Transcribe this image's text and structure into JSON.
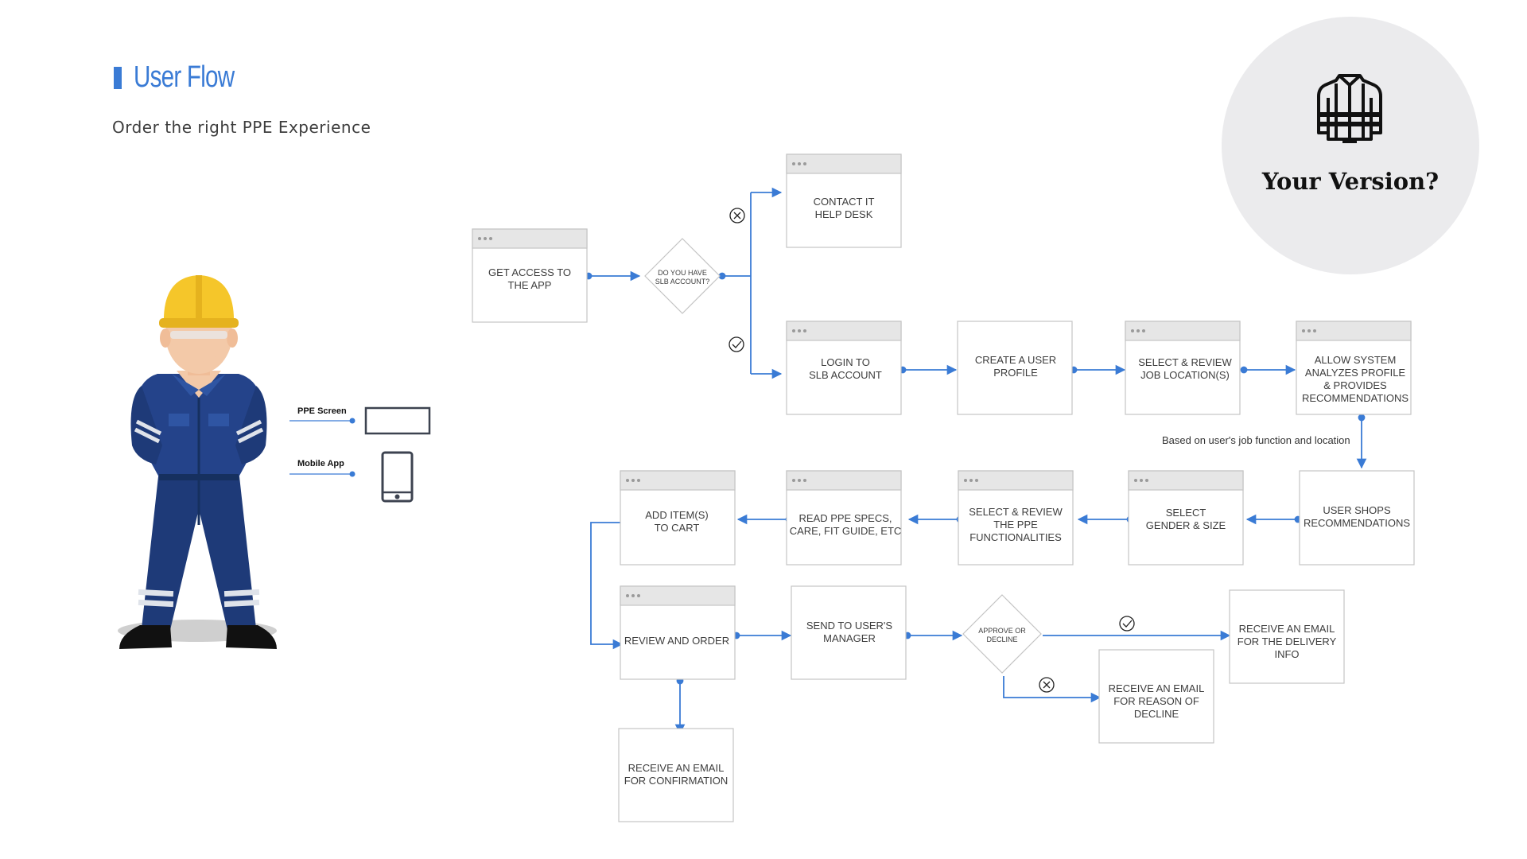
{
  "header": {
    "title": "User Flow",
    "subtitle": "Order the right PPE Experience"
  },
  "badge": {
    "text": "Your Version?",
    "icon": "jacket-icon"
  },
  "devices": {
    "ppe_screen_label": "PPE Screen",
    "mobile_app_label": "Mobile App"
  },
  "flow": {
    "get_access": [
      "GET ACCESS TO",
      "THE APP"
    ],
    "have_account": [
      "DO YOU HAVE",
      "SLB ACCOUNT?"
    ],
    "contact_it": [
      "CONTACT IT",
      "HELP DESK"
    ],
    "login": [
      "LOGIN TO",
      "SLB ACCOUNT"
    ],
    "create_profile": [
      "CREATE A USER",
      "PROFILE"
    ],
    "select_location": [
      "SELECT & REVIEW",
      "JOB LOCATION(S)"
    ],
    "allow_system": [
      "ALLOW SYSTEM",
      "ANALYZES PROFILE",
      "& PROVIDES",
      "RECOMMENDATIONS"
    ],
    "note": "Based on user's job function and location",
    "user_shops": [
      "USER SHOPS",
      "RECOMMENDATIONS"
    ],
    "select_gender": [
      "SELECT",
      "GENDER & SIZE"
    ],
    "select_functionalities": [
      "SELECT & REVIEW",
      "THE PPE",
      "FUNCTIONALITIES"
    ],
    "read_specs": [
      "READ PPE SPECS,",
      "CARE, FIT GUIDE, ETC"
    ],
    "add_items": [
      "ADD ITEM(S)",
      "TO CART"
    ],
    "review_order": [
      "REVIEW AND ORDER"
    ],
    "send_manager": [
      "SEND TO USER'S",
      "MANAGER"
    ],
    "approve_decline": [
      "APPROVE OR",
      "DECLINE"
    ],
    "email_delivery": [
      "RECEIVE AN EMAIL",
      "FOR THE DELIVERY",
      "INFO"
    ],
    "email_decline": [
      "RECEIVE AN EMAIL",
      "FOR REASON OF",
      "DECLINE"
    ],
    "email_confirmation": [
      "RECEIVE AN EMAIL",
      "FOR CONFIRMATION"
    ]
  },
  "colors": {
    "accent": "#3a7bd5",
    "box_border": "#c4c4c4",
    "box_header": "#e6e6e6",
    "navy": "#1e3a78",
    "helmet": "#f5c62a"
  }
}
